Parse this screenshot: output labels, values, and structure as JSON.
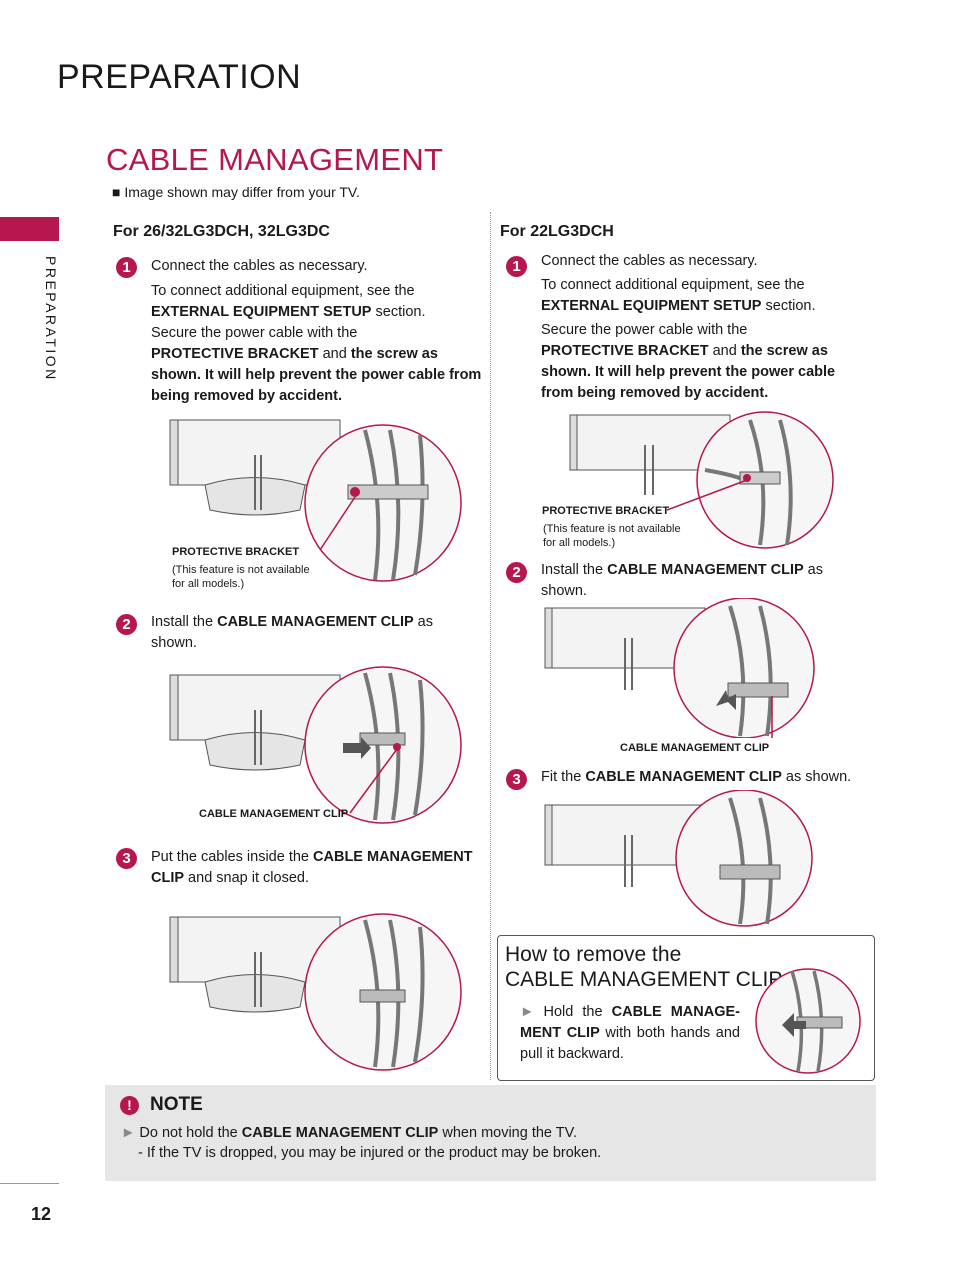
{
  "header": {
    "page_heading": "PREPARATION",
    "section_title": "CABLE MANAGEMENT",
    "image_note": "■ Image shown may differ from your TV.",
    "side_label": "PREPARATION"
  },
  "left_column": {
    "subheading": "For 26/32LG3DCH, 32LG3DC",
    "step1": {
      "number": "1",
      "line1": "Connect the cables as necessary.",
      "line2a": "To connect additional equipment, see the",
      "line2b": "EXTERNAL EQUIPMENT SETUP",
      "line2c": " section.",
      "line3a": "Secure the power cable with the",
      "line3b": "PROTECTIVE BRACKET",
      "line3c": " and ",
      "line3d": "the screw as shown. It will help prevent the power cable from being removed by accident."
    },
    "step1_caption": "PROTECTIVE BRACKET",
    "step1_caption_note": "(This feature is not available for all models.)",
    "step2": {
      "number": "2",
      "prefix": "Install the ",
      "bold": "CABLE MANAGEMENT CLIP",
      "suffix": " as shown."
    },
    "step2_caption": "CABLE MANAGEMENT CLIP",
    "step3": {
      "number": "3",
      "prefix": "Put the cables inside the ",
      "bold": "CABLE MANAGEMENT CLIP",
      "suffix": " and snap it closed."
    }
  },
  "right_column": {
    "subheading": "For 22LG3DCH",
    "step1": {
      "number": "1",
      "line1": "Connect the cables as necessary.",
      "line2a": "To connect additional equipment, see the",
      "line2b": "EXTERNAL EQUIPMENT SETUP",
      "line2c": " section.",
      "line3a": "Secure the power cable with the",
      "line3b": "PROTECTIVE BRACKET",
      "line3c": " and ",
      "line3d": "the screw as shown. It will help prevent the power cable from being removed by accident."
    },
    "step1_caption": "PROTECTIVE BRACKET",
    "step1_caption_note": "(This feature is not available for all models.)",
    "step2": {
      "number": "2",
      "prefix": "Install the ",
      "bold": "CABLE MANAGEMENT CLIP",
      "suffix": " as shown."
    },
    "step2_caption": "CABLE MANAGEMENT CLIP",
    "step3": {
      "number": "3",
      "prefix": "Fit the ",
      "bold": "CABLE MANAGEMENT CLIP",
      "suffix": " as shown."
    }
  },
  "remove_box": {
    "title_line1": "How to remove the",
    "title_line2": "CABLE MANAGEMENT CLIP",
    "bullet": "►",
    "text_prefix": "Hold the ",
    "text_bold": "CABLE MANAGE-MENT CLIP",
    "text_suffix": " with both hands and pull it backward."
  },
  "note": {
    "icon": "!",
    "label": "NOTE",
    "bullet": "►",
    "line1_prefix": "Do not hold the ",
    "line1_bold": "CABLE MANAGEMENT CLIP",
    "line1_suffix": " when moving the TV.",
    "line2": "- If the TV is dropped, you may be injured or the product may be broken."
  },
  "page_number": "12",
  "colors": {
    "accent": "#b5174e",
    "note_bg": "#e6e6e6"
  }
}
